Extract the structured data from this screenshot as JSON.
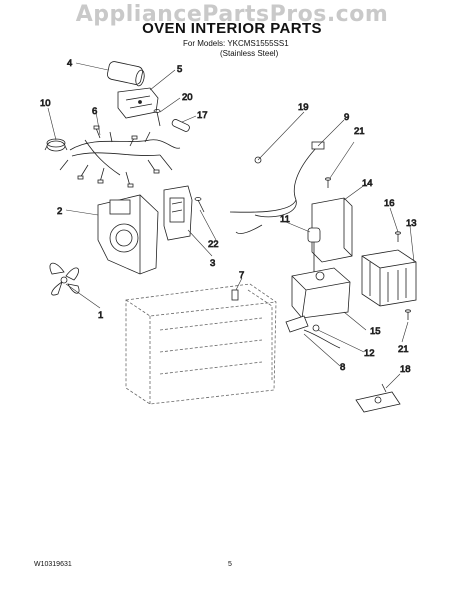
{
  "watermark": "AppliancePartsPros.com",
  "header": {
    "title": "OVEN INTERIOR PARTS",
    "models_line": "For Models: YKCMS1555SS1",
    "finish_line": "(Stainless Steel)"
  },
  "callouts": {
    "c1": "1",
    "c2": "2",
    "c3": "3",
    "c4": "4",
    "c5": "5",
    "c6": "6",
    "c7": "7",
    "c8": "8",
    "c9": "9",
    "c10": "10",
    "c11": "11",
    "c12": "12",
    "c13": "13",
    "c14": "14",
    "c15": "15",
    "c16": "16",
    "c17": "17",
    "c18": "18",
    "c19": "19",
    "c20": "20",
    "c21a": "21",
    "c21b": "21",
    "c22": "22"
  },
  "footer": {
    "doc_number": "W10319631",
    "page_number": "5"
  }
}
